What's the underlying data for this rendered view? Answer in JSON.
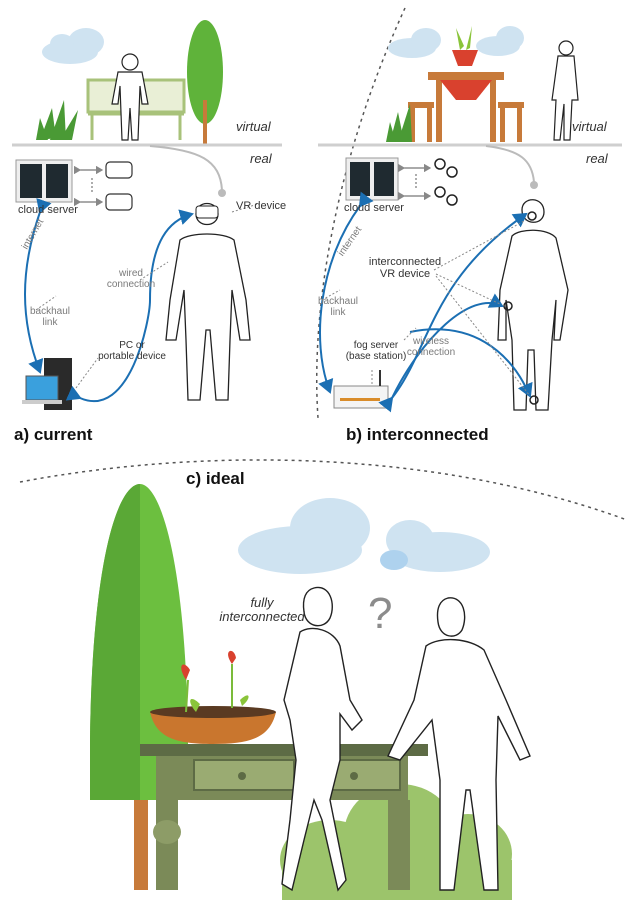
{
  "panels": {
    "a": {
      "title": "a) current",
      "layer_virtual": "virtual",
      "layer_real": "real",
      "cloud_server": "cloud server",
      "vr_device": "VR device",
      "internet": "internet",
      "wired_connection": [
        "wired",
        "connection"
      ],
      "backhaul_link": [
        "backhaul",
        "link"
      ],
      "pc_device": [
        "PC or",
        "portable device"
      ]
    },
    "b": {
      "title": "b) interconnected",
      "layer_virtual": "virtual",
      "layer_real": "real",
      "cloud_server": "cloud server",
      "internet": "internet",
      "interconnected_vr": [
        "interconnected",
        "VR device"
      ],
      "backhaul_link": [
        "backhaul",
        "link"
      ],
      "wireless_connection": [
        "wireless",
        "connection"
      ],
      "fog_server": [
        "fog server",
        "(base station)"
      ]
    },
    "c": {
      "title": "c) ideal",
      "fully_interconnected": [
        "fully",
        "interconnected"
      ],
      "question": "?"
    }
  },
  "colors": {
    "link_blue": "#1b6fb3",
    "tree_green": "#5fb33a",
    "cloud_blue": "#cfe3f1",
    "wood": "#c77a3a",
    "table_green": "#5d6b45",
    "bush_green": "#9cc46b"
  }
}
